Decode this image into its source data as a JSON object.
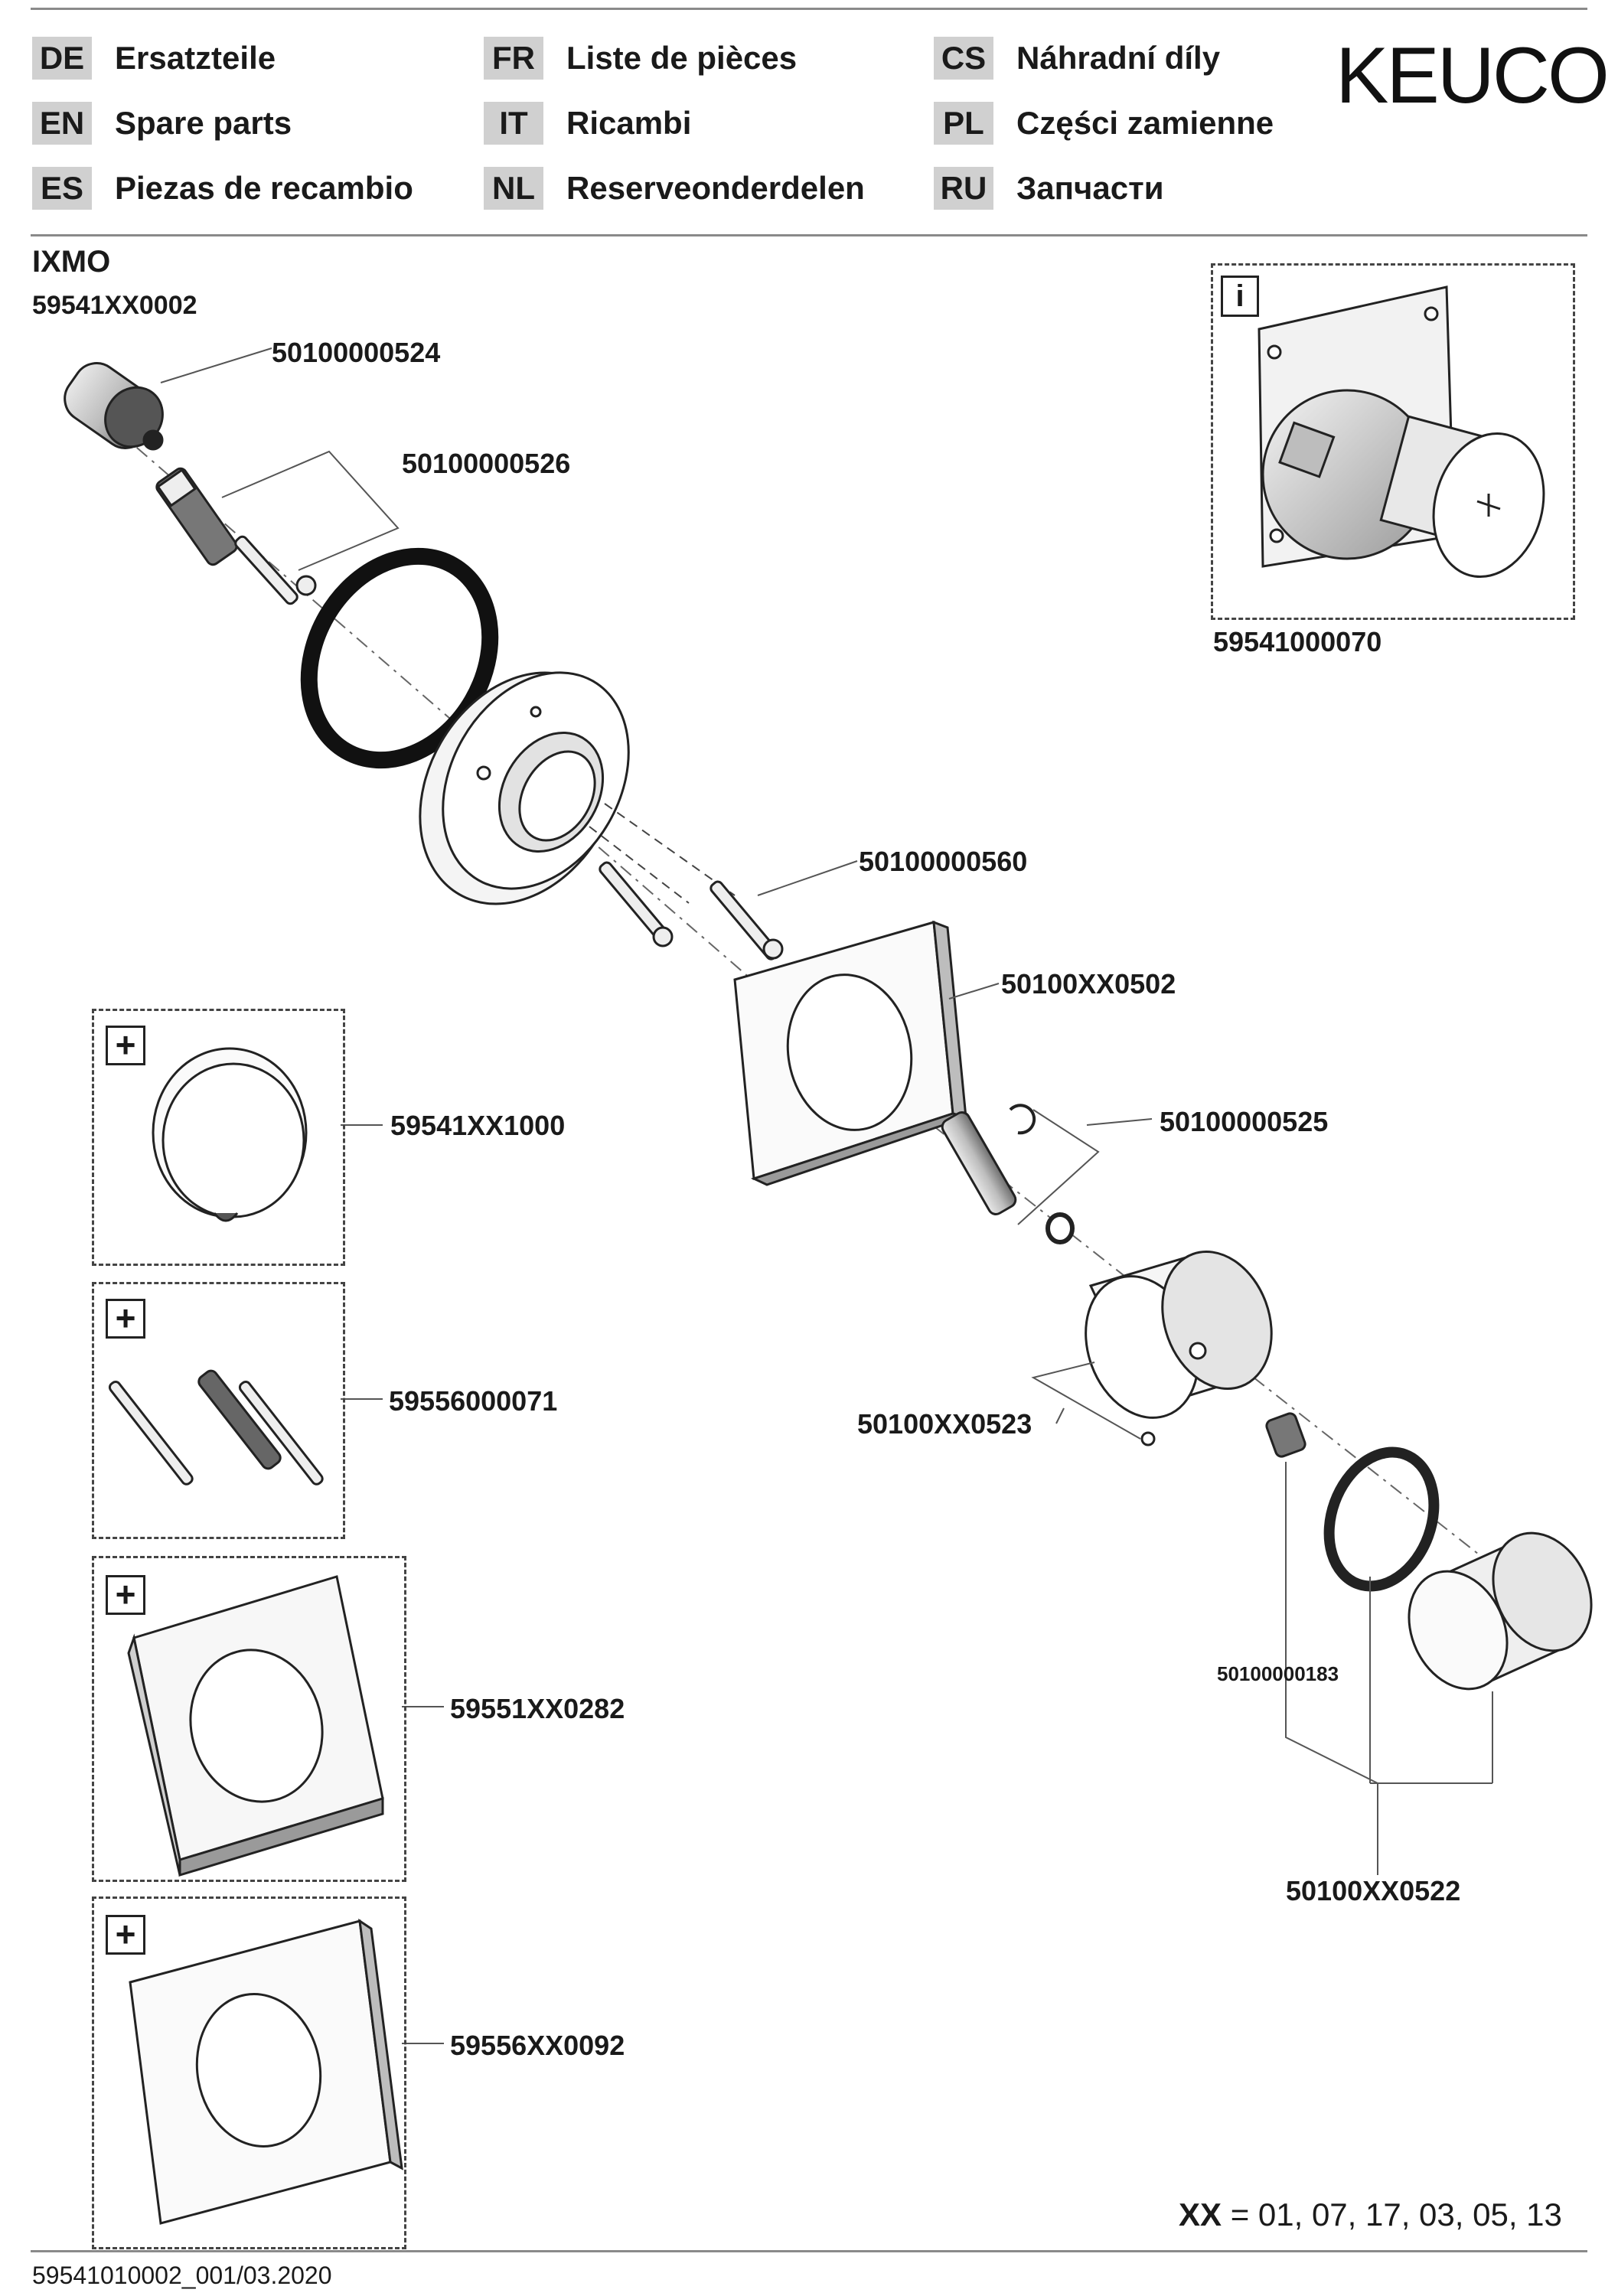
{
  "brand": "KEUCO",
  "languages": [
    {
      "code": "DE",
      "name": "Ersatzteile"
    },
    {
      "code": "EN",
      "name": "Spare parts"
    },
    {
      "code": "ES",
      "name": "Piezas de recambio"
    },
    {
      "code": "FR",
      "name": "Liste de pièces"
    },
    {
      "code": "IT",
      "name": "Ricambi"
    },
    {
      "code": "NL",
      "name": "Reserveonderdelen"
    },
    {
      "code": "CS",
      "name": "Náhradní díly"
    },
    {
      "code": "PL",
      "name": "Części zamienne"
    },
    {
      "code": "RU",
      "name": "Запчасти"
    }
  ],
  "product": {
    "name": "IXMO",
    "number": "59541XX0002"
  },
  "parts": {
    "p524": "50100000524",
    "p526": "50100000526",
    "p560": "50100000560",
    "p502": "50100XX0502",
    "p525": "50100000525",
    "p523": "50100XX0523",
    "p183": "50100000183",
    "p522": "50100XX0522",
    "p070": "59541000070",
    "p1000": "59541XX1000",
    "p071": "59556000071",
    "p282": "59551XX0282",
    "p092": "59556XX0092"
  },
  "info_icon": "i",
  "plus_icon": "+",
  "xx_note": {
    "label": "XX",
    "value": " = 01, 07, 17, 03, 05, 13"
  },
  "footer": "59541010002_001/03.2020"
}
